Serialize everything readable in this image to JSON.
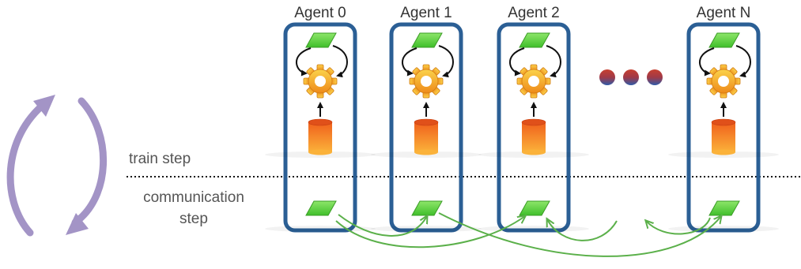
{
  "agents": [
    {
      "label": "Agent 0"
    },
    {
      "label": "Agent 1"
    },
    {
      "label": "Agent 2"
    },
    {
      "label": "Agent N"
    }
  ],
  "steps": {
    "train": "train step",
    "communication_line1": "communication",
    "communication_line2": "step"
  },
  "icons": {
    "model": "parallelogram-icon",
    "trainer": "gear-icon",
    "data": "database-icon",
    "cycle": "cycle-arrows-icon",
    "ellipsis": "ellipsis-icon"
  },
  "colors": {
    "agent_border": "#2b5f95",
    "model_fill": "#6fd34a",
    "gear_fill": "#f0a020",
    "db_fill": "#e8581a",
    "cycle_arrow": "#a394c6",
    "comm_arrow": "#5bb04a",
    "dot_top": "#c43a2a",
    "dot_bottom": "#3a5fa8"
  }
}
